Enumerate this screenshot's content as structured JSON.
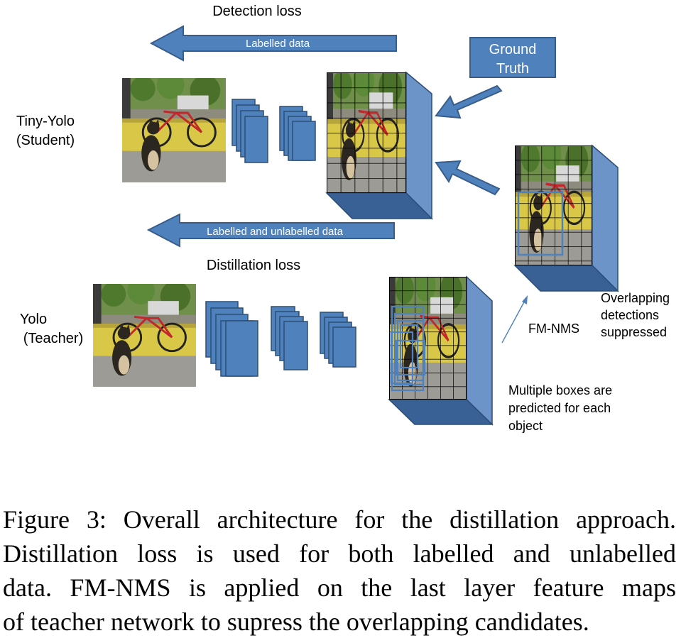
{
  "labels": {
    "detection_loss": "Detection loss",
    "labelled_data": "Labelled data",
    "ground_truth_line1": "Ground",
    "ground_truth_line2": "Truth",
    "student_line1": "Tiny-Yolo",
    "student_line2": "(Student)",
    "labelled_unlabelled": "Labelled and unlabelled data",
    "distillation_loss": "Distillation loss",
    "teacher_line1": "Yolo",
    "teacher_line2": "(Teacher)",
    "fm_nms": "FM-NMS",
    "overlap_line1": "Overlapping",
    "overlap_line2": "detections",
    "overlap_line3": "suppressed",
    "multi_line1": "Multiple boxes are",
    "multi_line2": "predicted for each",
    "multi_line3": "object"
  },
  "caption": {
    "line1": "Figure 3: Overall architecture for the distillation approach.",
    "line2": "Distillation loss is used for both labelled and unlabelled",
    "line3": "data.  FM-NMS is applied on the last layer feature maps",
    "line4": "of teacher network to supress the overlapping candidates."
  },
  "colors": {
    "arrow_fill": "#4f81bd",
    "arrow_stroke": "#385d8a",
    "layer_fill": "#4f81bd",
    "layer_stroke": "#2c4d75",
    "cube_side": "#6d94c8",
    "cube_bottom": "#3a6196"
  }
}
